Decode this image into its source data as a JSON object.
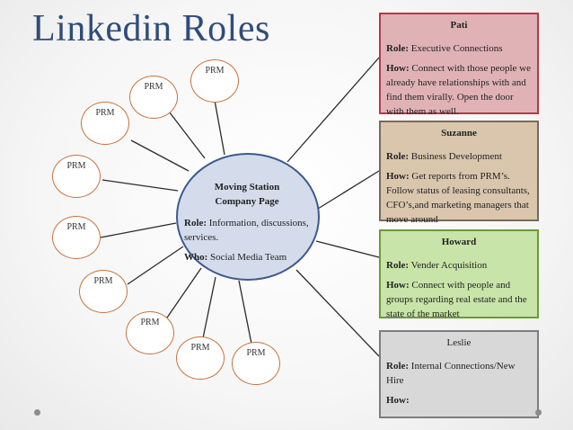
{
  "title": "Linkedin Roles",
  "prm_label": "PRM",
  "hub": {
    "name": "Moving Station Company Page",
    "role_label": "Role:",
    "role_text": "Information, discussions, services.",
    "who_label": "Who:",
    "who_text": "Social Media Team"
  },
  "people": [
    {
      "name": "Pati",
      "role_label": "Role:",
      "role": "Executive Connections",
      "how_label": "How:",
      "how": "Connect with those people we already have relationships with and find them virally. Open the door with them as well."
    },
    {
      "name": "Suzanne",
      "role_label": "Role:",
      "role": "Business Development",
      "how_label": "How:",
      "how": "Get reports from PRM’s. Follow status of leasing consultants, CFO’s,and marketing managers that move around"
    },
    {
      "name": "Howard",
      "role_label": "Role:",
      "role": "Vender Acquisition",
      "how_label": "How:",
      "how": "Connect with people and groups regarding real estate and the state of the market"
    },
    {
      "name": "Leslie",
      "role_label": "Role:",
      "role": "Internal Connections/New Hire",
      "how_label": "How:",
      "how": ""
    }
  ]
}
